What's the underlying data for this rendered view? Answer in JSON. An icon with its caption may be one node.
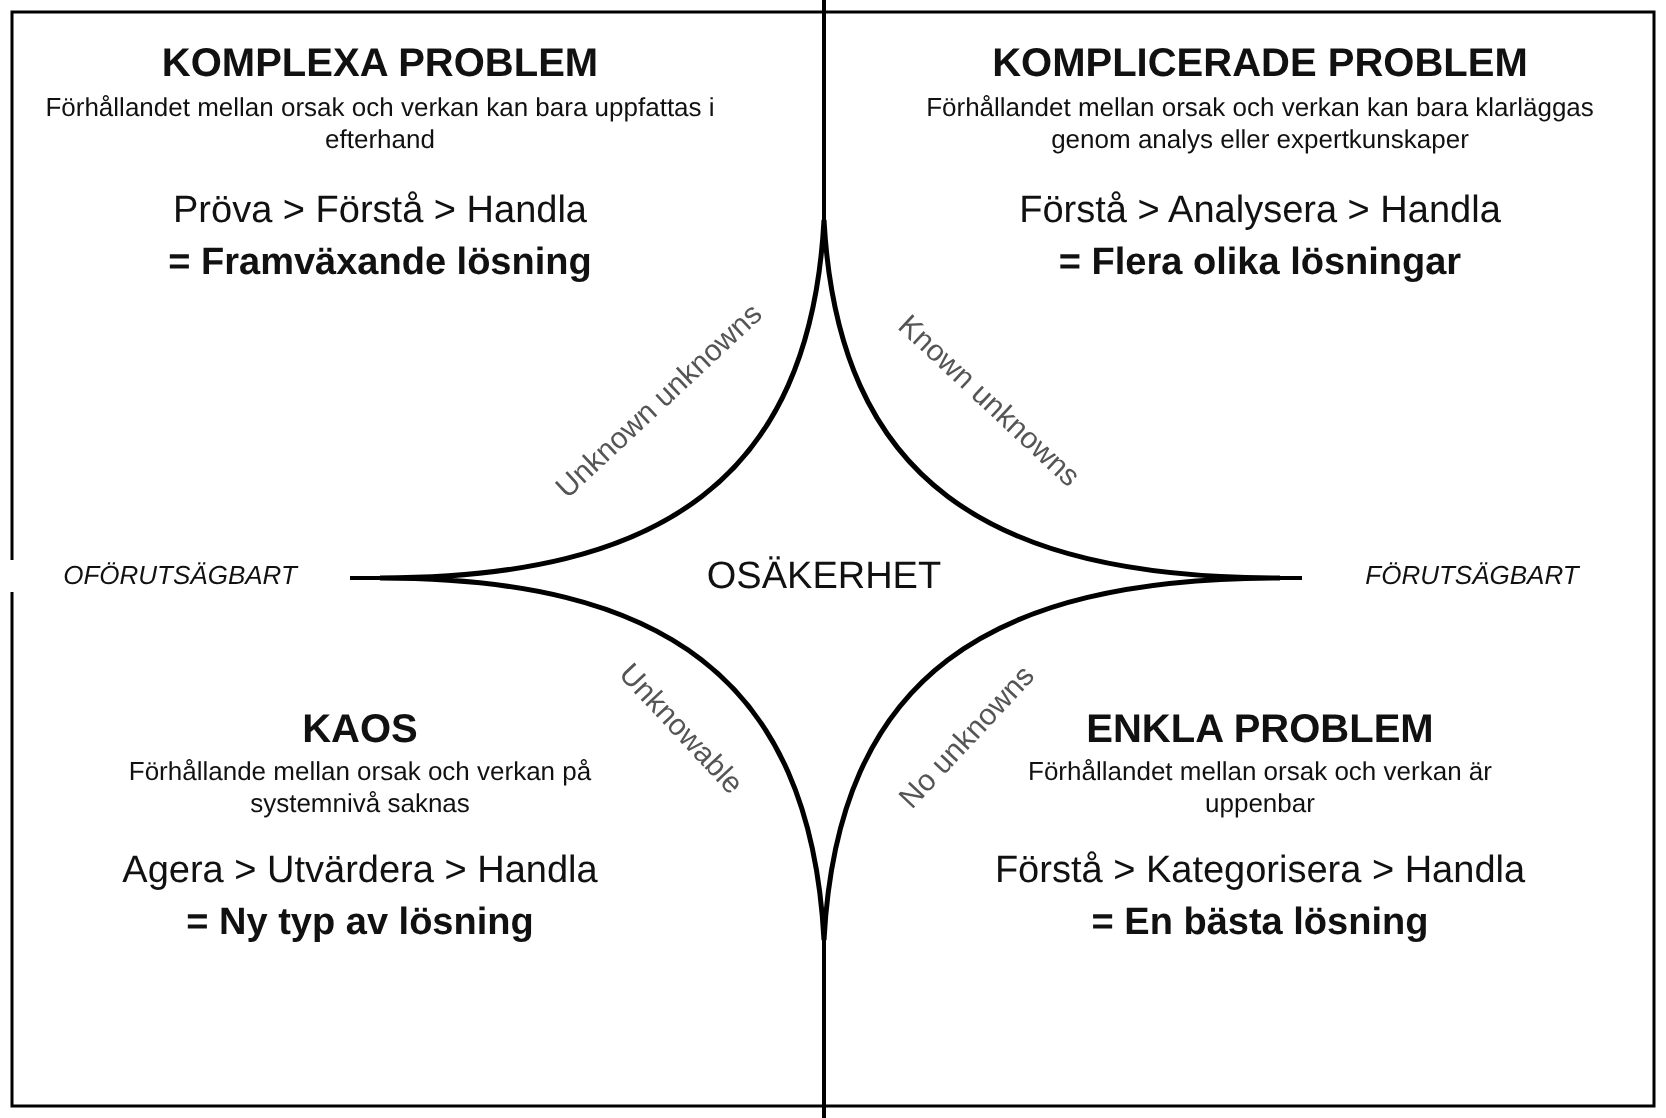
{
  "diagram": {
    "labels": [
      "KOMPLEXA PROBLEM",
      "Förhållandet mellan orsak och verkan kan bara uppfattas i efterhand",
      "Pröva > Förstå > Handla",
      "= Framväxande lösning",
      "KOMPLICERADE PROBLEM",
      "Förhållandet mellan orsak och verkan kan bara klarläggas genom analys eller expertkunskaper",
      "Förstå > Analysera > Handla",
      "= Flera olika lösningar",
      "Unknown unknowns",
      "Known unknowns",
      "OFÖRUTSÄGBART",
      "OSÄKERHET",
      "FÖRUTSÄGBART",
      "Unknowable",
      "No unknowns",
      "KAOS",
      "Förhållande mellan orsak och verkan på systemnivå saknas",
      "Agera > Utvärdera > Handla",
      "= Ny typ av lösning",
      "ENKLA PROBLEM",
      "Förhållandet mellan orsak och verkan är uppenbar",
      "Förstå > Kategorisera > Handla",
      "= En bästa lösning"
    ]
  }
}
